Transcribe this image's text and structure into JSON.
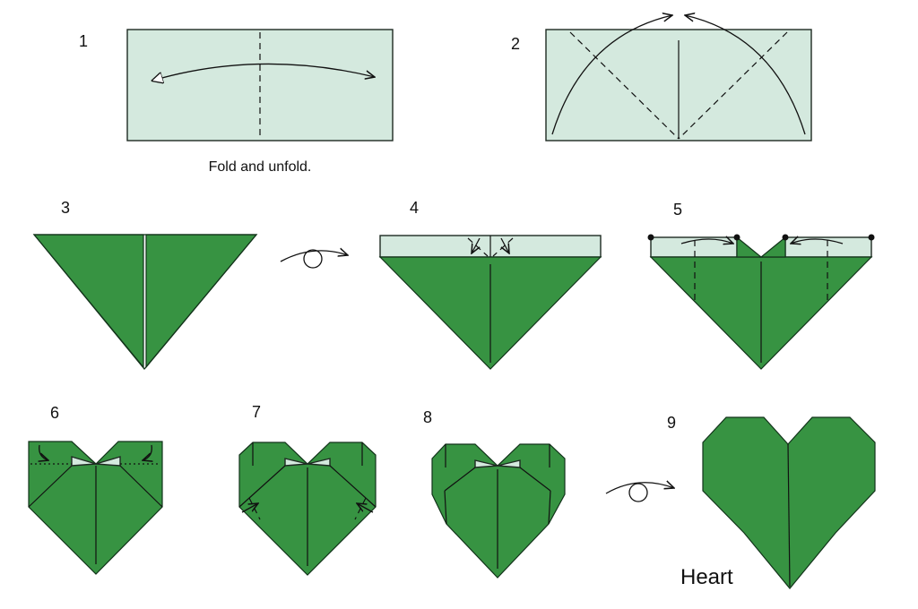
{
  "steps": [
    {
      "number": "1",
      "caption": "Fold and unfold."
    },
    {
      "number": "2"
    },
    {
      "number": "3"
    },
    {
      "number": "4"
    },
    {
      "number": "5"
    },
    {
      "number": "6"
    },
    {
      "number": "7"
    },
    {
      "number": "8"
    },
    {
      "number": "9"
    }
  ],
  "result_title": "Heart",
  "colors": {
    "paper_light": "#d4e9de",
    "paper_green": "#379342",
    "line": "#111111"
  }
}
